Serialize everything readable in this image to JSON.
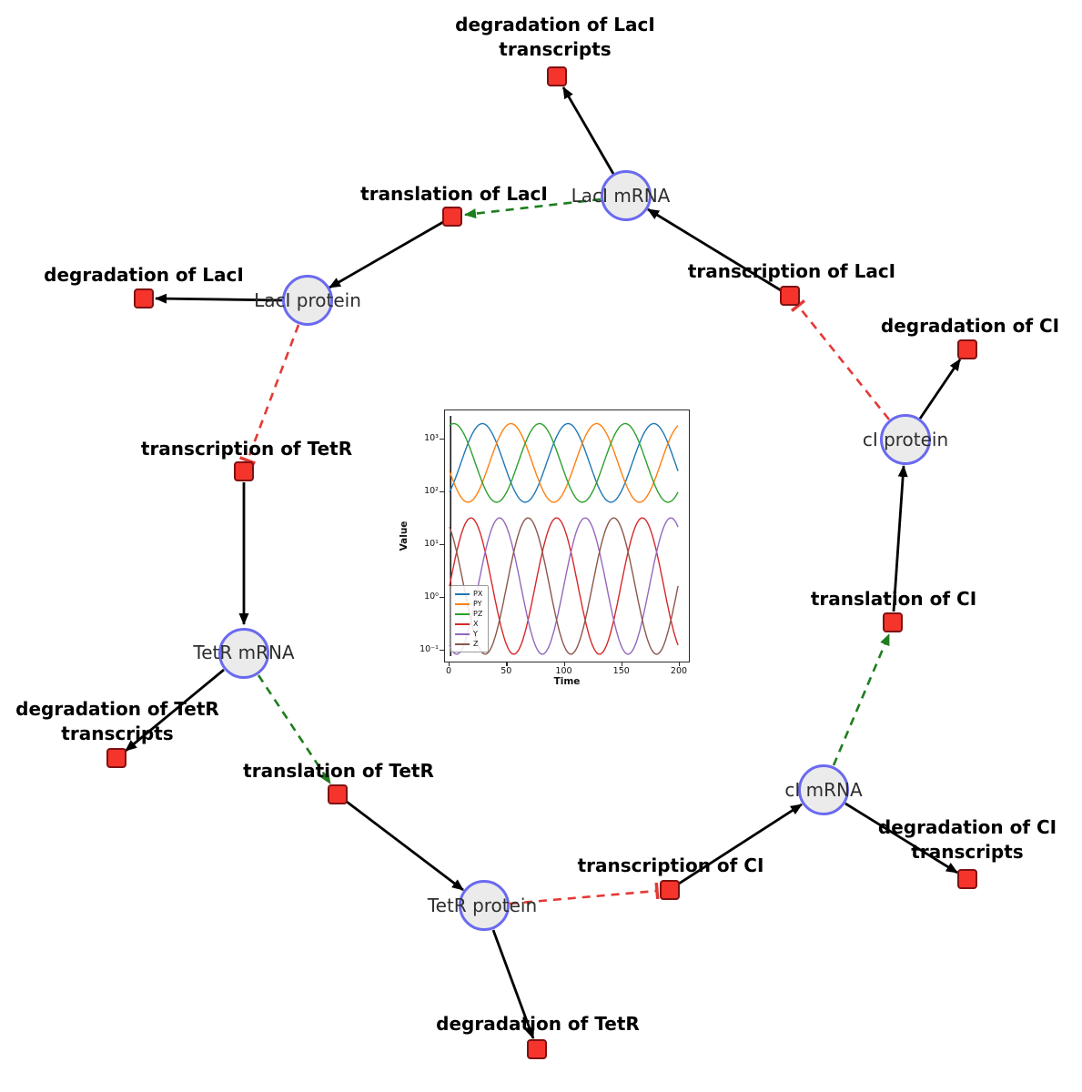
{
  "diagram": {
    "title": "Repressilator gene regulatory network",
    "species": {
      "laci_mrna": {
        "label": "LacI mRNA"
      },
      "laci_protein": {
        "label": "LacI protein"
      },
      "tetr_mrna": {
        "label": "TetR mRNA"
      },
      "tetr_protein": {
        "label": "TetR protein"
      },
      "ci_mrna": {
        "label": "cI mRNA"
      },
      "ci_protein": {
        "label": "cI protein"
      }
    },
    "reactions": {
      "degradation_of_laci_transcripts": {
        "label": "degradation of LacI transcripts",
        "line1": "degradation of LacI",
        "line2": "transcripts"
      },
      "translation_of_laci": {
        "label": "translation of LacI"
      },
      "transcription_of_laci": {
        "label": "transcription of LacI"
      },
      "degradation_of_laci": {
        "label": "degradation of LacI"
      },
      "degradation_of_ci": {
        "label": "degradation of CI"
      },
      "transcription_of_tetr": {
        "label": "transcription of TetR"
      },
      "translation_of_ci": {
        "label": "translation of CI"
      },
      "degradation_of_tetr_transcripts": {
        "label": "degradation of TetR transcripts",
        "line1": "degradation of TetR",
        "line2": "transcripts"
      },
      "translation_of_tetr": {
        "label": "translation of TetR"
      },
      "degradation_of_ci_transcripts": {
        "label": "degradation of CI transcripts",
        "line1": "degradation of CI",
        "line2": "transcripts"
      },
      "transcription_of_ci": {
        "label": "transcription of CI"
      },
      "degradation_of_tetr": {
        "label": "degradation of TetR"
      }
    },
    "edges": [
      {
        "from": "LacI mRNA",
        "to": "degradation of LacI transcripts",
        "type": "consumption"
      },
      {
        "from": "LacI mRNA",
        "to": "translation of LacI",
        "type": "modifier"
      },
      {
        "from": "translation of LacI",
        "to": "LacI protein",
        "type": "production"
      },
      {
        "from": "transcription of LacI",
        "to": "LacI mRNA",
        "type": "production"
      },
      {
        "from": "LacI protein",
        "to": "degradation of LacI",
        "type": "consumption"
      },
      {
        "from": "LacI protein",
        "to": "transcription of TetR",
        "type": "inhibition"
      },
      {
        "from": "transcription of TetR",
        "to": "TetR mRNA",
        "type": "production"
      },
      {
        "from": "TetR mRNA",
        "to": "degradation of TetR transcripts",
        "type": "consumption"
      },
      {
        "from": "TetR mRNA",
        "to": "translation of TetR",
        "type": "modifier"
      },
      {
        "from": "translation of TetR",
        "to": "TetR protein",
        "type": "production"
      },
      {
        "from": "TetR protein",
        "to": "degradation of TetR",
        "type": "consumption"
      },
      {
        "from": "TetR protein",
        "to": "transcription of CI",
        "type": "inhibition"
      },
      {
        "from": "transcription of CI",
        "to": "cI mRNA",
        "type": "production"
      },
      {
        "from": "cI mRNA",
        "to": "degradation of CI transcripts",
        "type": "consumption"
      },
      {
        "from": "cI mRNA",
        "to": "translation of CI",
        "type": "modifier"
      },
      {
        "from": "translation of CI",
        "to": "cI protein",
        "type": "production"
      },
      {
        "from": "cI protein",
        "to": "degradation of CI",
        "type": "consumption"
      },
      {
        "from": "cI protein",
        "to": "transcription of LacI",
        "type": "inhibition"
      }
    ],
    "edge_types": {
      "production": {
        "color": "#000000",
        "style": "solid",
        "end": "arrow"
      },
      "consumption": {
        "color": "#000000",
        "style": "solid",
        "end": "arrow"
      },
      "modifier": {
        "color": "#1e7d1e",
        "style": "dashed",
        "end": "arrow"
      },
      "inhibition": {
        "color": "#e53935",
        "style": "dashed",
        "end": "tee"
      }
    },
    "colors": {
      "species_fill": "#ebebeb",
      "species_border": "#6a6af0",
      "reaction_fill": "#f5342b",
      "reaction_border": "#7e1212"
    }
  },
  "chart_data": {
    "type": "line",
    "title": "",
    "xlabel": "Time",
    "ylabel": "Value",
    "x_axis": {
      "label": "Time",
      "range": [
        0,
        200
      ],
      "ticks": [
        0,
        50,
        100,
        150,
        200
      ]
    },
    "y_axis": {
      "label": "Value",
      "scale": "log",
      "range_exponents": [
        -1.3,
        3.55
      ],
      "tick_exponents": [
        3,
        2,
        1,
        0,
        -1
      ],
      "ticks_display": [
        "10³",
        "10²",
        "10¹",
        "10⁰",
        "10⁻¹"
      ]
    },
    "legend": {
      "position": "lower left",
      "entries": [
        "PX",
        "PY",
        "PZ",
        "X",
        "Y",
        "Z"
      ]
    },
    "model": "log10(value) = log10_mid + log10_amp * sin(2*pi*(t - phase)/period); oscillations phase-shifted by one third of period between the three proteins (PX,PY,PZ, ~60..2000) and the three mRNAs (X,Y,Z, ~0.1..30)",
    "initial_transient_at_t": 0,
    "series": [
      {
        "name": "PX",
        "color": "#1f77b4",
        "log10_mid": 2.55,
        "log10_amp": 0.75,
        "period": 75,
        "phase": 10
      },
      {
        "name": "PY",
        "color": "#ff7f0e",
        "log10_mid": 2.55,
        "log10_amp": 0.75,
        "period": 75,
        "phase": 35
      },
      {
        "name": "PZ",
        "color": "#2ca02c",
        "log10_mid": 2.55,
        "log10_amp": 0.75,
        "period": 75,
        "phase": 60
      },
      {
        "name": "X",
        "color": "#d62728",
        "log10_mid": 0.2,
        "log10_amp": 1.3,
        "period": 75,
        "phase": 0
      },
      {
        "name": "Y",
        "color": "#9467bd",
        "log10_mid": 0.2,
        "log10_amp": 1.3,
        "period": 75,
        "phase": 25
      },
      {
        "name": "Z",
        "color": "#8c564b",
        "log10_mid": 0.2,
        "log10_amp": 1.3,
        "period": 75,
        "phase": 50
      }
    ]
  }
}
